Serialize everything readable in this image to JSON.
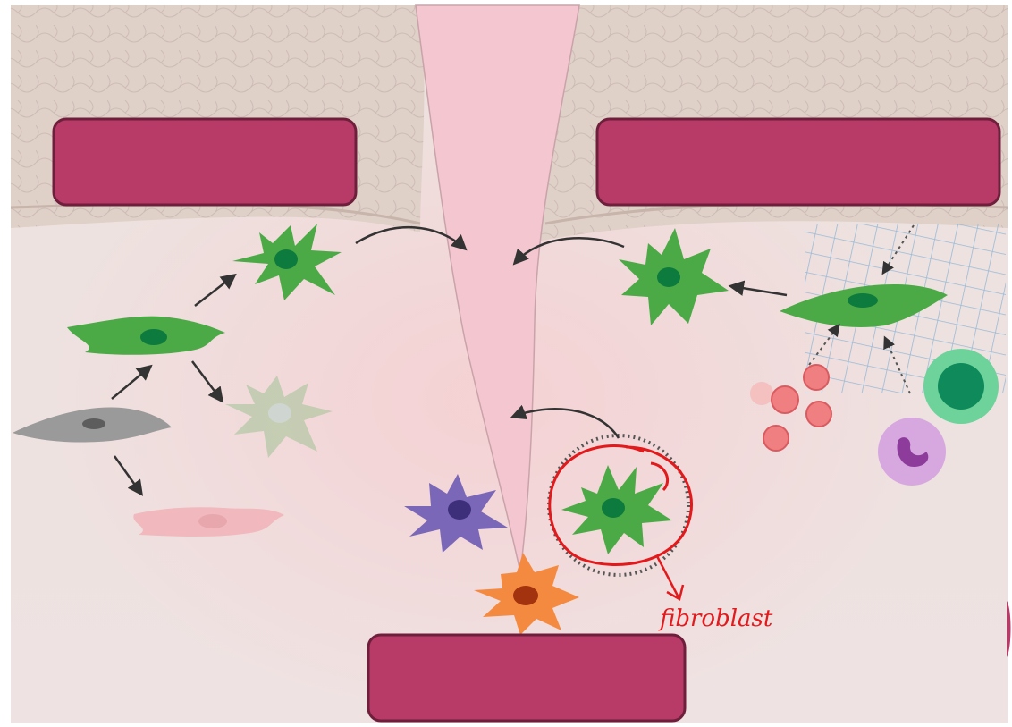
{
  "colors": {
    "label_box_fill": "#b83a66",
    "label_box_stroke": "#6e1f3b",
    "fibroblast_green": "#4caa46",
    "nucleus_green": "#0d7a3e",
    "wound_pink": "#f4c6cf",
    "annotation_red": "#e3191c"
  },
  "label_boxes": [
    {
      "id": "top-left",
      "text": ""
    },
    {
      "id": "top-right",
      "text": ""
    },
    {
      "id": "bottom-center",
      "text": ""
    }
  ],
  "annotation": {
    "text": "fibroblast",
    "icon": "red-circle-annotation"
  }
}
